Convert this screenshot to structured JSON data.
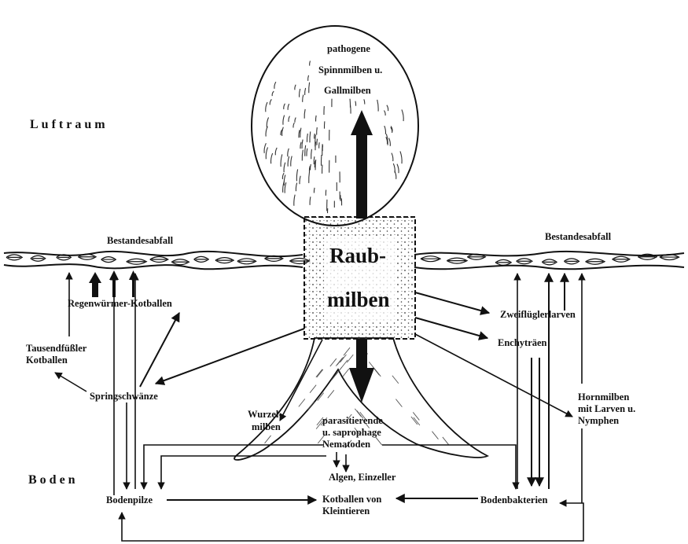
{
  "zones": {
    "air": "Luftraum",
    "soil": "Boden"
  },
  "center": {
    "line1": "Raub-",
    "line2": "milben"
  },
  "crown": {
    "line1": "pathogene",
    "line2": "Spinnmilben u.",
    "line3": "Gallmilben"
  },
  "litter": {
    "left": "Bestandesabfall",
    "right": "Bestandesabfall"
  },
  "nodes": {
    "regenwuermer": "Regenwürmer-Kotballen",
    "tausend1": "Tausendfüßler",
    "tausend2": "Kotballen",
    "springschwaenze": "Springschwänze",
    "wurzel1": "Wurzel-",
    "wurzel2": "milben",
    "nema1": "parasitierende",
    "nema2": "u. saprophage",
    "nema3": "Nematoden",
    "algen": "Algen, Einzeller",
    "bodenpilze": "Bodenpilze",
    "kot1": "Kotballen von",
    "kot2": "Kleintieren",
    "bodenbakterien": "Bodenbakterien",
    "zweifluegler": "Zweiflüglerlarven",
    "enchytraeen": "Enchyträen",
    "horn1": "Hornmilben",
    "horn2": "mit Larven u.",
    "horn3": "Nymphen"
  }
}
